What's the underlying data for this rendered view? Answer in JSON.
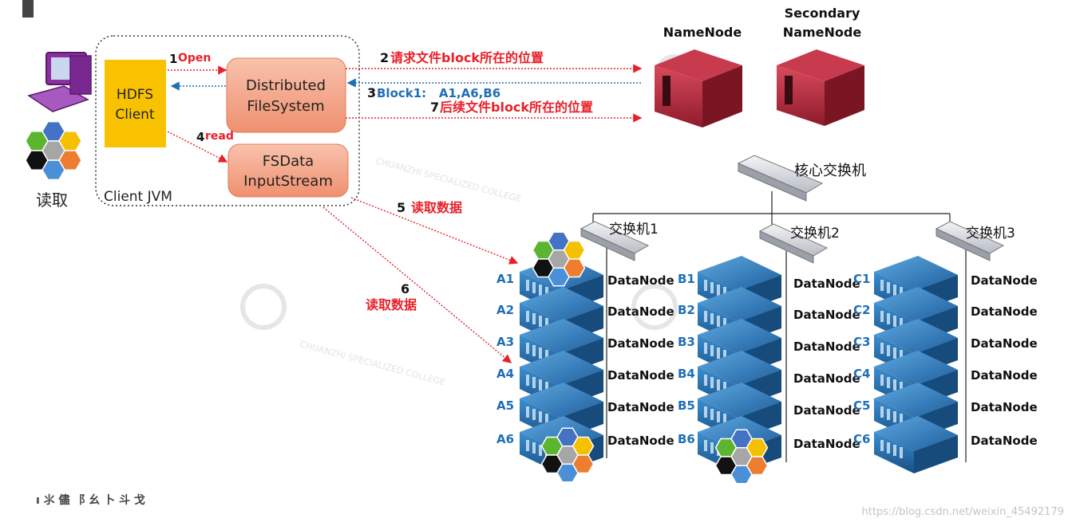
{
  "client": {
    "hdfs_client": [
      "HDFS",
      "Client"
    ],
    "jvm_label": "Client JVM",
    "read_label": "读取",
    "distributed_fs": [
      "Distributed",
      "FileSystem"
    ],
    "fsdata_stream": [
      "FSData",
      "InputStream"
    ]
  },
  "steps": {
    "step1_num": "1",
    "step1_text": "Open",
    "step2_num": "2",
    "step2_text": "请求文件block所在的位置",
    "step3_num": "3",
    "step3_text": "Block1:   A1,A6,B6",
    "step4_num": "4",
    "step4_text": "read",
    "step5_num": "5",
    "step5_text": "读取数据",
    "step6_num": "6",
    "step6_text": "读取数据",
    "step7_num": "7",
    "step7_text": "后续文件block所在的位置"
  },
  "servers": {
    "namenode": "NameNode",
    "secondary": [
      "Secondary",
      "NameNode"
    ]
  },
  "switches": {
    "core": "核心交换机",
    "s1": "交换机1",
    "s2": "交换机2",
    "s3": "交换机3"
  },
  "racks": [
    {
      "ids": [
        "A1",
        "A2",
        "A3",
        "A4",
        "A5",
        "A6"
      ]
    },
    {
      "ids": [
        "B1",
        "B2",
        "B3",
        "B4",
        "B5",
        "B6"
      ]
    },
    {
      "ids": [
        "C1",
        "C2",
        "C3",
        "C4",
        "C5",
        "C6"
      ]
    }
  ],
  "datanode_label": "DataNode",
  "watermark": {
    "text": "CHUANZHI SPECIALIZED COLLEGE"
  },
  "footer": {
    "url": "https://blog.csdn.net/weixin_45492179",
    "fragment": "ı ⺢ 儘 ⻏ ⼳ ⼘ ⽃ ⼽"
  },
  "colors": {
    "red": "#e8202a",
    "blue": "#1f6fb5",
    "box_fill": "#f4a98a",
    "client_fill": "#f9c200"
  }
}
